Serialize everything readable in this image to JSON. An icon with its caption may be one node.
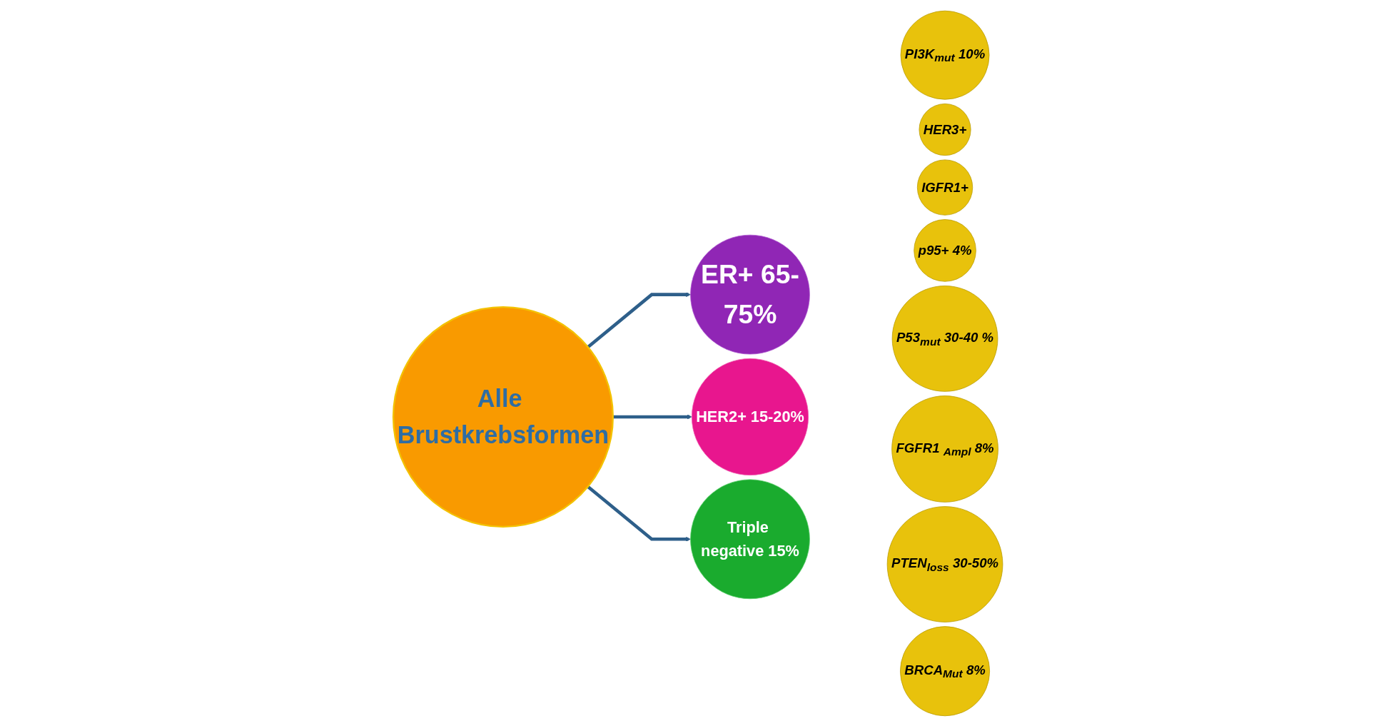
{
  "diagram": {
    "nodes": [
      {
        "text": [
          "Alle Brustkrebsformen"
        ]
      },
      {
        "text": [
          "ER+ 65-75%"
        ]
      },
      {
        "text": [
          "HER2+ 15-20%"
        ]
      },
      {
        "text": [
          "Triple negative 15%"
        ]
      },
      {
        "text": [
          "PI3K$_{mut}$ 10%"
        ]
      },
      {
        "text": [
          "HER3+"
        ]
      },
      {
        "text": [
          "IGFR1+"
        ]
      },
      {
        "text": [
          "p95+ 4%"
        ]
      },
      {
        "text": [
          "P53$_{mut}$ 30-40 %"
        ]
      },
      {
        "text": [
          "FGFR1 $_{Ampl}$ 8%"
        ]
      },
      {
        "text": [
          "PTEN$_{loss}$ 30-50%"
        ]
      },
      {
        "text": [
          "BRCA$_{Mut}$ 8%"
        ]
      }
    ],
    "edges": [
      {
        "from": 0,
        "to": 1,
        "arrow": "to"
      },
      {
        "from": 0,
        "to": 2,
        "arrow": "to"
      },
      {
        "from": 0,
        "to": 3,
        "arrow": "to"
      }
    ]
  }
}
